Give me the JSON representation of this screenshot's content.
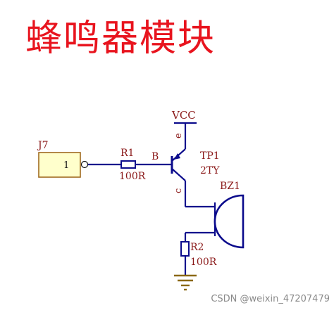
{
  "title": "蜂鸣器模块",
  "colors": {
    "title": "#e8141e",
    "label": "#8b1a1a",
    "wire": "#0b0b8c",
    "connector_fill": "#ffffcc",
    "connector_stroke": "#a06a20",
    "ground": "#8b6914",
    "watermark": "#8a8a8a"
  },
  "net": {
    "vcc": "VCC",
    "base": "B"
  },
  "connector": {
    "ref": "J7",
    "pin": "1"
  },
  "resistors": [
    {
      "ref": "R1",
      "value": "100R"
    },
    {
      "ref": "R2",
      "value": "100R"
    }
  ],
  "transistor": {
    "ref": "TP1",
    "type": "2TY",
    "emitter_pin": "e",
    "collector_pin": "c"
  },
  "buzzer": {
    "ref": "BZ1"
  },
  "watermark": "CSDN @weixin_47207479"
}
